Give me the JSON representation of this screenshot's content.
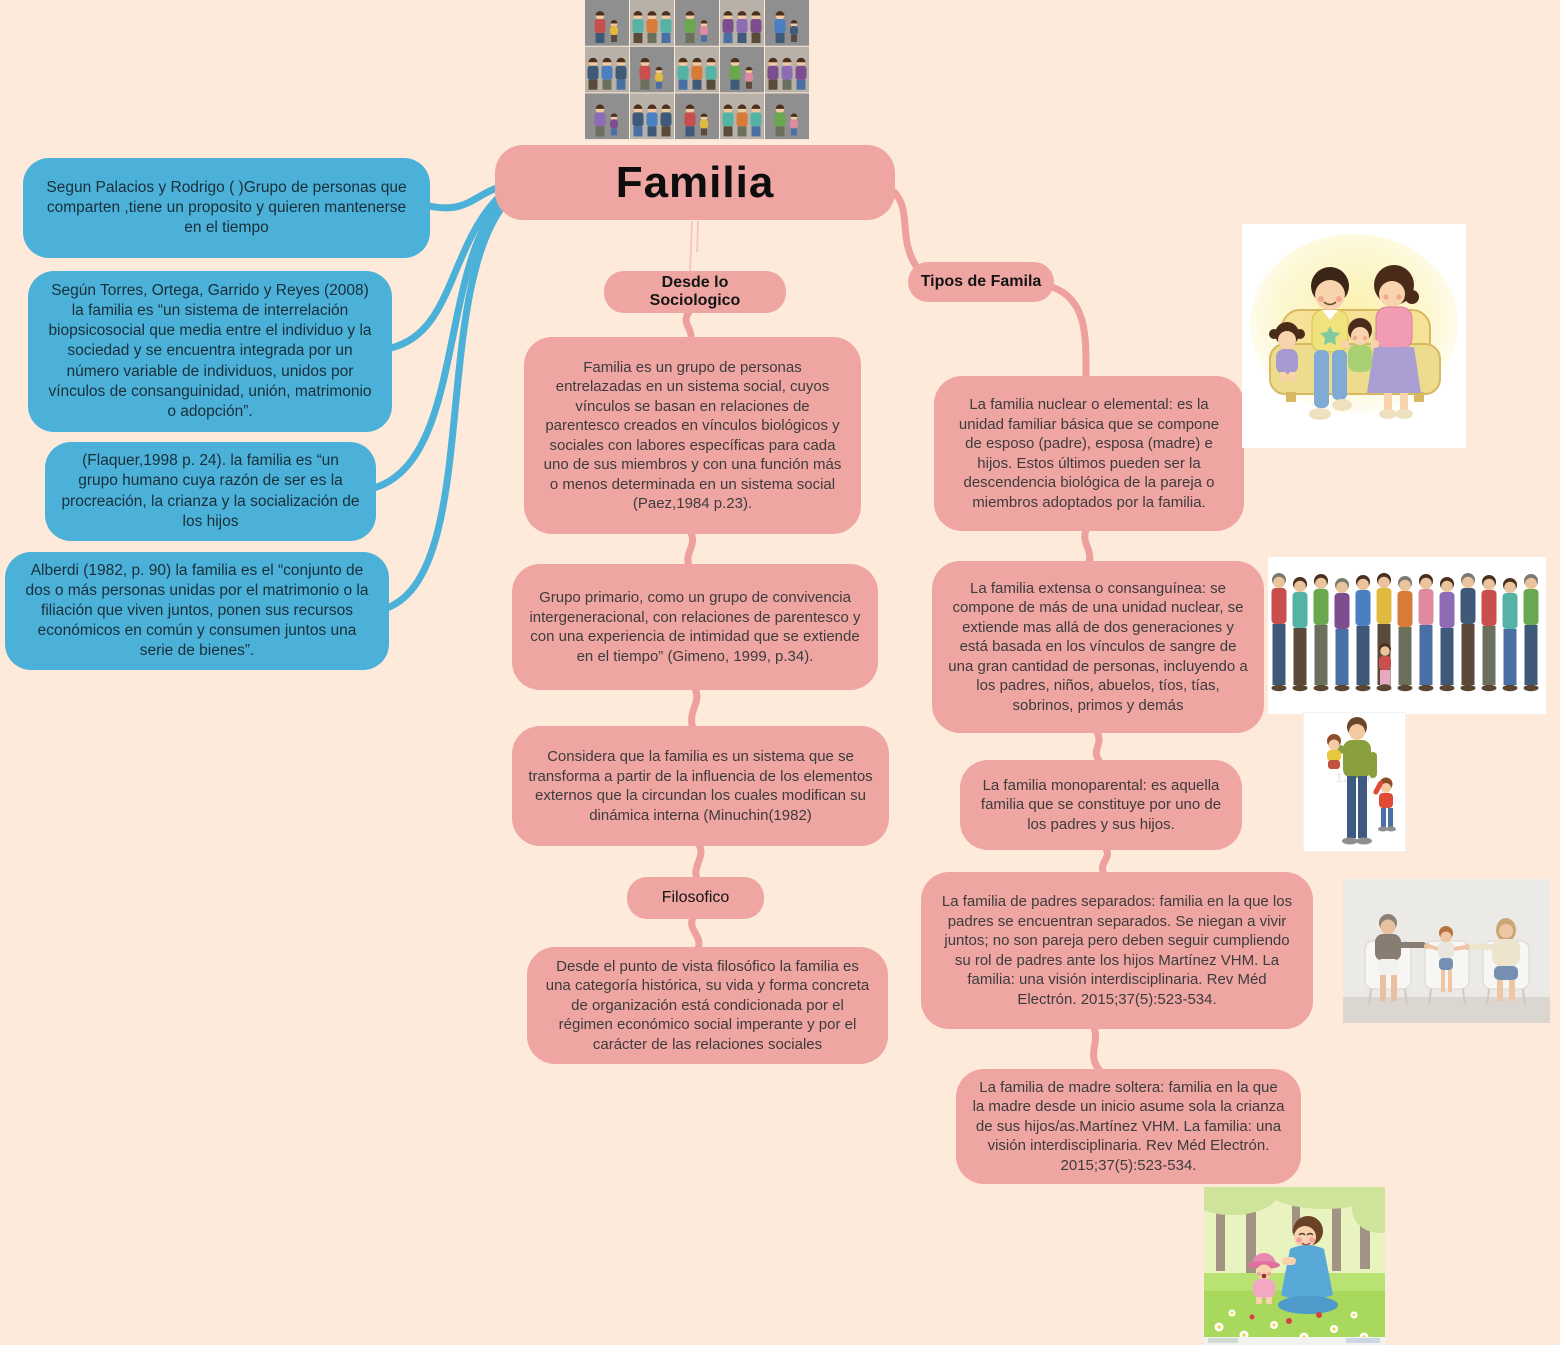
{
  "root": {
    "title": "Familia"
  },
  "left_definitions": [
    {
      "text": "Segun Palacios y Rodrigo ( )Grupo de personas que comparten ,tiene un proposito y quieren mantenerse en el tiempo"
    },
    {
      "text": "Según Torres, Ortega, Garrido y Reyes (2008) la familia es “un sistema de interrelación biopsicosocial que media entre el individuo y la sociedad y se encuentra integrada por un número variable de individuos, unidos por vínculos de consanguinidad, unión, matrimonio o adopción”."
    },
    {
      "text": "(Flaquer,1998 p. 24). la familia es “un grupo humano cuya razón de ser es la procreación, la crianza y la socialización de los hijos"
    },
    {
      "text": "Alberdi (1982, p. 90) la familia es el “conjunto de dos o más personas unidas por el matrimonio o la filiación que viven juntos, ponen sus recursos económicos en común y consumen juntos una serie de bienes”."
    }
  ],
  "sociological": {
    "header": "Desde lo Sociologico",
    "boxes": [
      {
        "text": "Familia es un grupo de personas entrelazadas en un sistema social, cuyos vínculos se basan en relaciones de parentesco creados en vínculos biológicos y sociales con labores específicas para cada uno de sus miembros y con una función más o menos determinada en un sistema social (Paez,1984 p.23)."
      },
      {
        "text": "Grupo primario, como un grupo de convivencia intergeneracional, con relaciones de parentesco y con una experiencia de intimidad que se extiende en el tiempo” (Gimeno, 1999, p.34)."
      },
      {
        "text": "Considera que la familia es un sistema que se transforma a partir de la influencia de los elementos externos que la circundan los cuales modifican su dinámica interna (Minuchin(1982)"
      }
    ],
    "philosophical_header": "Filosofico",
    "philosophical_box": {
      "text": "Desde el punto de vista filosófico la familia es una categoría histórica, su vida y forma concreta de organización está condicionada por el régimen económico social imperante y por el carácter de las relaciones sociales"
    }
  },
  "types": {
    "header": "Tipos de Famila",
    "boxes": [
      {
        "text": "La familia nuclear o elemental: es la unidad familiar básica que se compone de esposo (padre), esposa (madre) e hijos. Estos últimos pueden ser la descendencia biológica de la pareja o miembros adoptados por la familia."
      },
      {
        "text": "La familia extensa o consanguínea: se compone de más de una unidad nuclear, se extiende mas allá de dos generaciones y está basada en los vínculos de sangre de una gran cantidad de personas, incluyendo a los padres, niños, abuelos, tíos, tías, sobrinos, primos y demás"
      },
      {
        "text": "La familia monoparental: es aquella familia que se constituye por uno de los padres y sus hijos."
      },
      {
        "text": "La familia de padres separados: familia en la que los padres se encuentran separados. Se niegan a vivir juntos; no son pareja pero deben seguir cumpliendo su rol de padres ante los hijos Martínez VHM. La familia: una visión interdisciplinaria. Rev Méd Electrón. 2015;37(5):523-534."
      },
      {
        "text": "La familia de madre soltera: familia en la que la madre desde un inicio asume sola la crianza de sus hijos/as.Martínez VHM. La familia: una visión interdisciplinaria. Rev Méd Electrón. 2015;37(5):523-534."
      }
    ]
  },
  "images": {
    "collage": "family-types-collage-image",
    "nuclear": "nuclear-family-couch-cartoon-image",
    "extended": "extended-family-group-cartoon-image",
    "single_father": "single-father-with-children-cartoon-image",
    "separated": "separated-parents-sitting-photo-image",
    "single_mother": "single-mother-with-daughter-garden-cartoon-image"
  },
  "colors": {
    "background": "#fdeada",
    "pink_node": "#efa6a3",
    "blue_node": "#4cb1d8",
    "pink_line": "#eda09e",
    "blue_line": "#4cb1d8"
  }
}
